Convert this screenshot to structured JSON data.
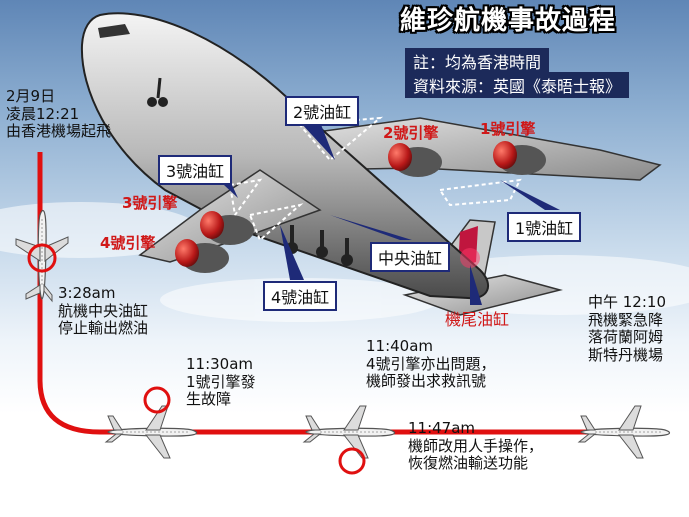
{
  "title": "維珍航機事故過程",
  "notes": [
    "註：均為香港時間",
    "資料來源：英國《泰晤士報》"
  ],
  "tanks": {
    "tank2": "2號油缸",
    "tank3": "3號油缸",
    "tank1": "1號油缸",
    "center": "中央油缸",
    "tank4": "4號油缸",
    "tail": "機尾油缸"
  },
  "engines": {
    "engine2": "2號引擎",
    "engine1": "1號引擎",
    "engine3": "3號引擎",
    "engine4": "4號引擎"
  },
  "events": [
    {
      "lines": [
        "2月9日",
        "凌晨12:21",
        "由香港機場起飛"
      ]
    },
    {
      "lines": [
        "3:28am",
        "航機中央油缸",
        "停止輸出燃油"
      ]
    },
    {
      "lines": [
        "11:30am",
        "1號引擎發",
        "生故障"
      ]
    },
    {
      "lines": [
        "11:40am",
        "4號引擎亦出問題，",
        "機師發出求救訊號"
      ]
    },
    {
      "lines": [
        "11:47am",
        "機師改用人手操作，",
        "恢復燃油輸送功能"
      ]
    },
    {
      "lines": [
        "中午 12:10",
        "飛機緊急降",
        "落荷蘭阿姆",
        "斯特丹機場"
      ]
    }
  ],
  "colors": {
    "route": "#e01010",
    "engine_label": "#d01818",
    "tank_border": "#1e2a78",
    "note_bg": "#1c2a5a"
  }
}
